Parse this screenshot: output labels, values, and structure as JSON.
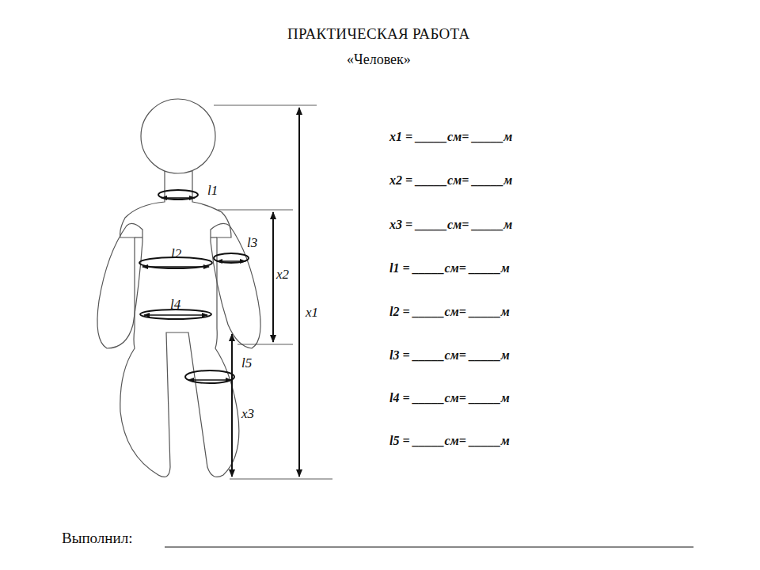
{
  "diagram": {
    "title": "ПРАКТИЧЕСКАЯ РАБОТА",
    "labels": [
      "«Человек»",
      "l1",
      "l2",
      "l3",
      "x2",
      "l4",
      "x1",
      "l5",
      "x3",
      "x1 = _____см= _____м",
      "x2 = _____см= _____м",
      "x3 = _____см= _____м",
      "l1 = _____см= _____м",
      "l2 = _____см= _____м",
      "l3 = _____см= _____м",
      "l4 = _____см= _____м",
      "l5 = _____см= _____м",
      "Выполнил:"
    ]
  }
}
